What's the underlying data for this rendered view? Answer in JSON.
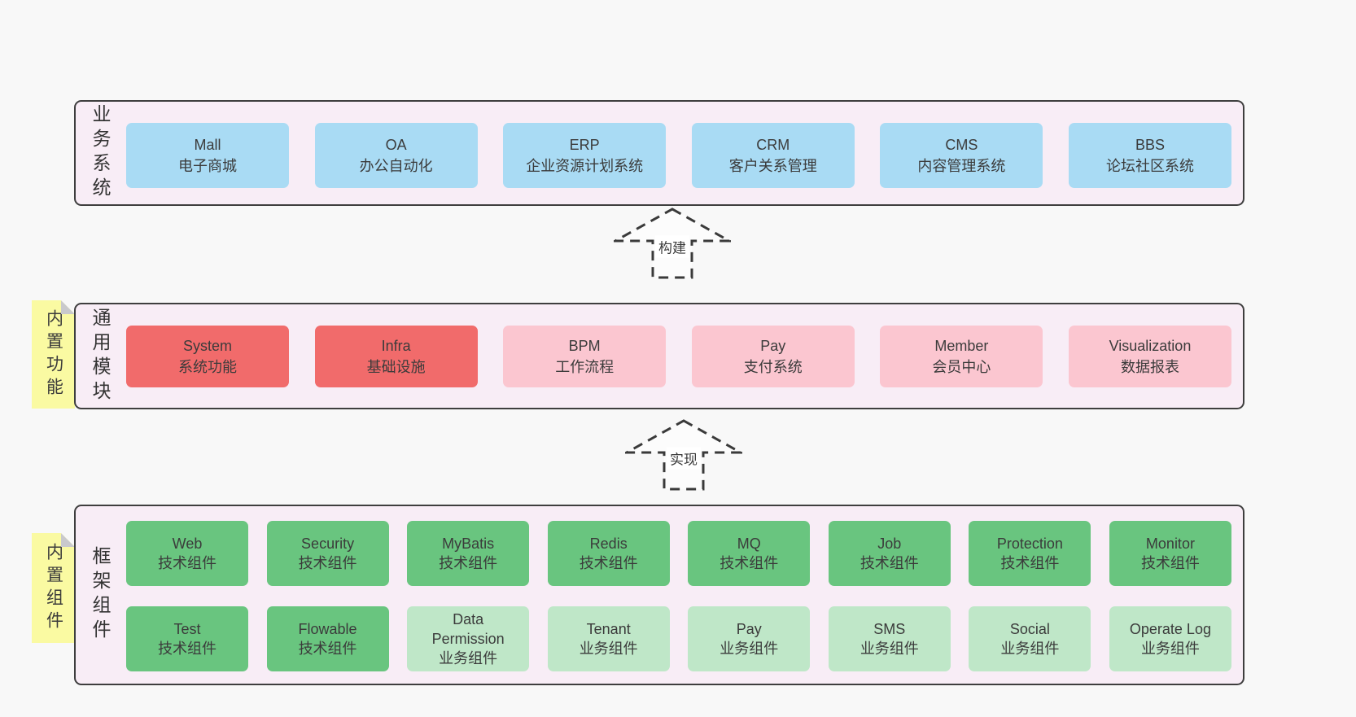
{
  "colors": {
    "page_bg": "#f8f8f8",
    "panel_bg": "#f8edf6",
    "panel_border": "#3e3e3e",
    "business_box_blue": "#a9dbf4",
    "core_module_red": "#f16b6b",
    "module_pink": "#fbc6d0",
    "tech_component_green": "#69c57f",
    "biz_component_light_green": "#bfe7c8",
    "note_yellow": "#fafaa2",
    "note_fold_gray": "#c9c9cc",
    "text": "#3b3b3b"
  },
  "business": {
    "side_label": "业务系统",
    "boxes": [
      {
        "name": "Mall",
        "desc": "电子商城"
      },
      {
        "name": "OA",
        "desc": "办公自动化"
      },
      {
        "name": "ERP",
        "desc": "企业资源计划系统"
      },
      {
        "name": "CRM",
        "desc": "客户关系管理"
      },
      {
        "name": "CMS",
        "desc": "内容管理系统"
      },
      {
        "name": "BBS",
        "desc": "论坛社区系统"
      }
    ]
  },
  "arrows": {
    "build": "构建",
    "implement": "实现"
  },
  "modules": {
    "note_label": "内置功能",
    "side_label": "通用模块",
    "boxes": [
      {
        "name": "System",
        "desc": "系统功能"
      },
      {
        "name": "Infra",
        "desc": "基础设施"
      },
      {
        "name": "BPM",
        "desc": "工作流程"
      },
      {
        "name": "Pay",
        "desc": "支付系统"
      },
      {
        "name": "Member",
        "desc": "会员中心"
      },
      {
        "name": "Visualization",
        "desc": "数据报表"
      }
    ]
  },
  "framework": {
    "note_label": "内置组件",
    "side_label": "框架组件",
    "row1": [
      {
        "name": "Web",
        "desc": "技术组件"
      },
      {
        "name": "Security",
        "desc": "技术组件"
      },
      {
        "name": "MyBatis",
        "desc": "技术组件"
      },
      {
        "name": "Redis",
        "desc": "技术组件"
      },
      {
        "name": "MQ",
        "desc": "技术组件"
      },
      {
        "name": "Job",
        "desc": "技术组件"
      },
      {
        "name": "Protection",
        "desc": "技术组件"
      },
      {
        "name": "Monitor",
        "desc": "技术组件"
      }
    ],
    "row2": [
      {
        "name": "Test",
        "desc": "技术组件"
      },
      {
        "name": "Flowable",
        "desc": "技术组件"
      },
      {
        "name": "Data Permission",
        "desc": "业务组件"
      },
      {
        "name": "Tenant",
        "desc": "业务组件"
      },
      {
        "name": "Pay",
        "desc": "业务组件"
      },
      {
        "name": "SMS",
        "desc": "业务组件"
      },
      {
        "name": "Social",
        "desc": "业务组件"
      },
      {
        "name": "Operate Log",
        "desc": "业务组件"
      }
    ]
  }
}
